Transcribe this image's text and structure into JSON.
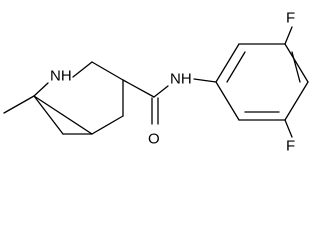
{
  "structure": {
    "labels": {
      "ring_nh": "NH",
      "amide_nh": "NH",
      "carbonyl_o": "O",
      "fluorine_top": "F",
      "fluorine_bottom": "F"
    }
  }
}
